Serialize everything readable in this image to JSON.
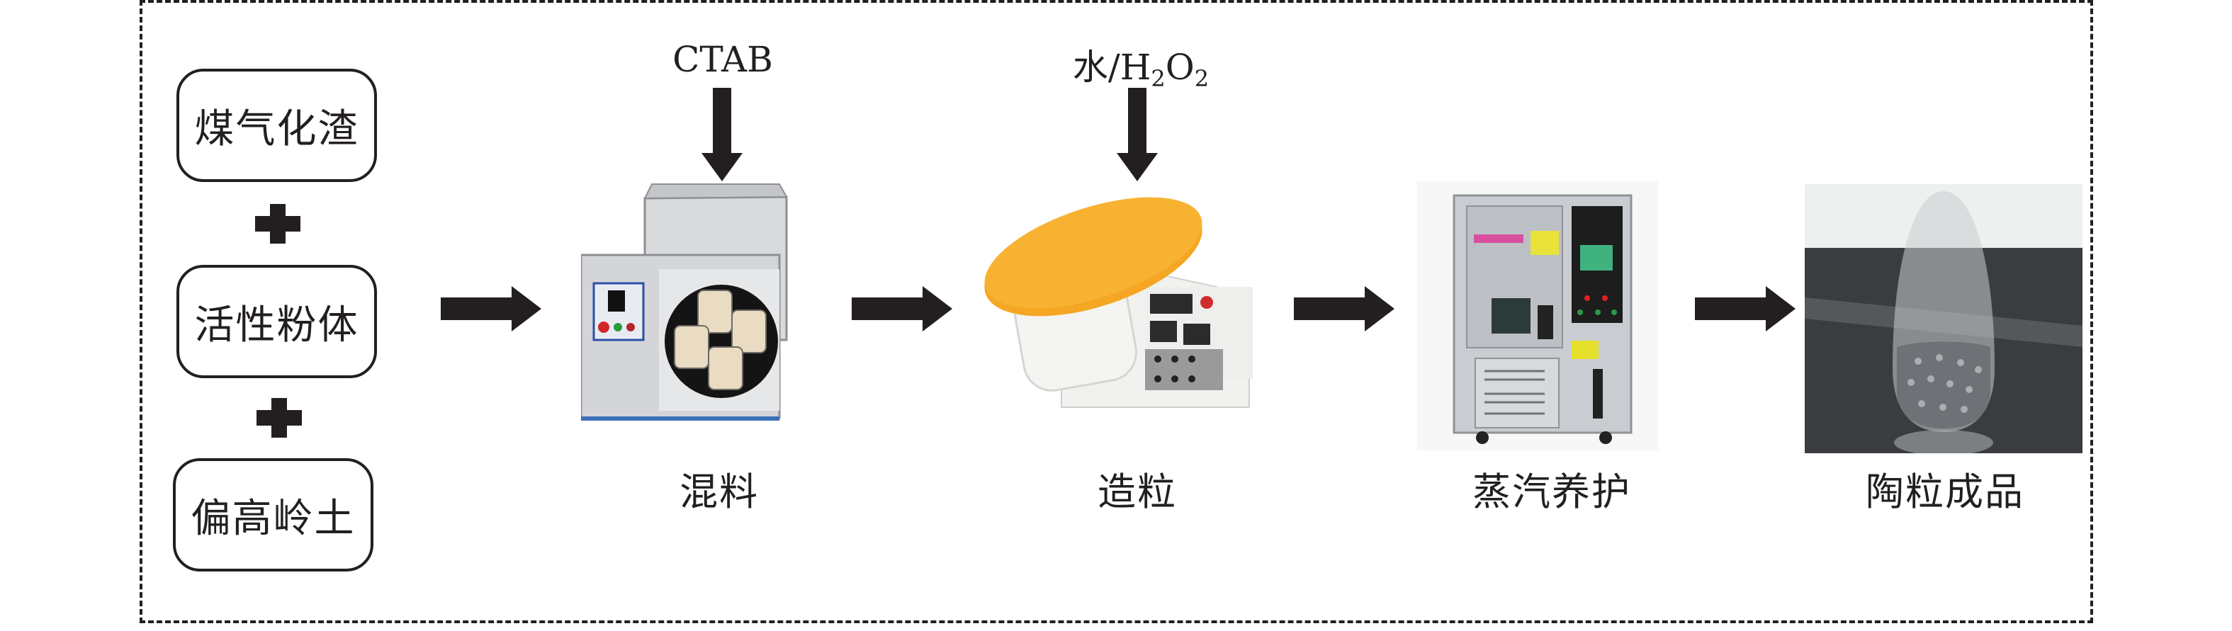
{
  "title": "陶粒制备工艺流程",
  "raw_materials": [
    {
      "label": "煤气化渣"
    },
    {
      "label": "活性粉体"
    },
    {
      "label": "偏高岭土"
    }
  ],
  "combine_symbol": "plus-icon",
  "additives": {
    "mixing": "CTAB",
    "granulation_prefix": "水/H",
    "granulation_sub1": "2",
    "granulation_mid": "O",
    "granulation_sub2": "2"
  },
  "steps": [
    {
      "label": "混料",
      "icon": "ball-mill-mixer-icon"
    },
    {
      "label": "造粒",
      "icon": "disc-granulator-icon"
    },
    {
      "label": "蒸汽养护",
      "icon": "steam-curing-chamber-icon"
    },
    {
      "label": "陶粒成品",
      "icon": "ceramsite-product-photo"
    }
  ],
  "colors": {
    "ink": "#231f20",
    "granulator_disc": "#f5a623",
    "machine_grey": "#c9cbcf",
    "chamber_steel": "#bfc3c8",
    "photo_dark": "#3a3c3f"
  }
}
